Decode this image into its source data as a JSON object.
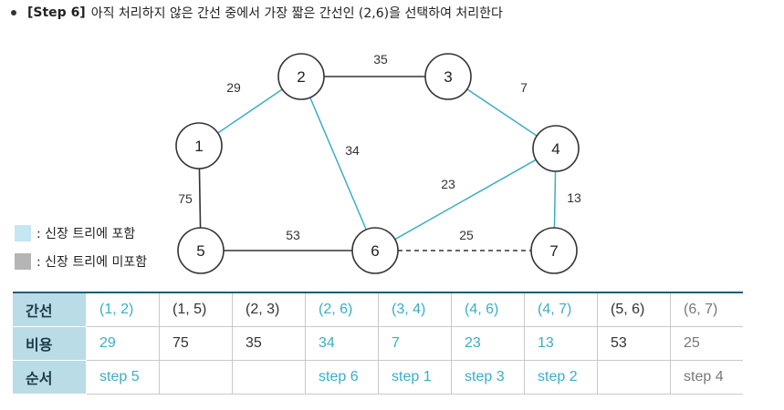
{
  "heading": {
    "step_label": "[Step 6]",
    "text": "아직 처리하지 않은 간선 중에서 가장 짧은 간선인 (2,6)을 선택하여 처리한다"
  },
  "colors": {
    "in_tree": "#3aaec4",
    "not_in_tree": "#333333",
    "pending": "#333333",
    "legend_in": "#c5e6f2",
    "legend_out": "#b5b5b5",
    "header_bg": "#b9dce7"
  },
  "graph": {
    "nodes": [
      {
        "id": "1",
        "label": "1"
      },
      {
        "id": "2",
        "label": "2"
      },
      {
        "id": "3",
        "label": "3"
      },
      {
        "id": "4",
        "label": "4"
      },
      {
        "id": "5",
        "label": "5"
      },
      {
        "id": "6",
        "label": "6"
      },
      {
        "id": "7",
        "label": "7"
      }
    ],
    "edges": [
      {
        "from": "1",
        "to": "2",
        "weight": "29",
        "status": "in_tree"
      },
      {
        "from": "1",
        "to": "5",
        "weight": "75",
        "status": "not_in_tree"
      },
      {
        "from": "2",
        "to": "3",
        "weight": "35",
        "status": "not_in_tree"
      },
      {
        "from": "2",
        "to": "6",
        "weight": "34",
        "status": "in_tree"
      },
      {
        "from": "3",
        "to": "4",
        "weight": "7",
        "status": "in_tree"
      },
      {
        "from": "4",
        "to": "6",
        "weight": "23",
        "status": "in_tree"
      },
      {
        "from": "4",
        "to": "7",
        "weight": "13",
        "status": "in_tree"
      },
      {
        "from": "5",
        "to": "6",
        "weight": "53",
        "status": "not_in_tree"
      },
      {
        "from": "6",
        "to": "7",
        "weight": "25",
        "status": "pending"
      }
    ]
  },
  "legend": {
    "in_tree": ": 신장 트리에 포함",
    "not_in_tree": ": 신장 트리에 미포함"
  },
  "table": {
    "row_headers": [
      "간선",
      "비용",
      "순서"
    ],
    "columns": [
      {
        "edge": "(1, 2)",
        "cost": "29",
        "order": "step 5",
        "status": "in_tree"
      },
      {
        "edge": "(1, 5)",
        "cost": "75",
        "order": "",
        "status": "not_in_tree"
      },
      {
        "edge": "(2, 3)",
        "cost": "35",
        "order": "",
        "status": "not_in_tree"
      },
      {
        "edge": "(2, 6)",
        "cost": "34",
        "order": "step 6",
        "status": "in_tree"
      },
      {
        "edge": "(3, 4)",
        "cost": "7",
        "order": "step 1",
        "status": "in_tree"
      },
      {
        "edge": "(4, 6)",
        "cost": "23",
        "order": "step 3",
        "status": "in_tree"
      },
      {
        "edge": "(4, 7)",
        "cost": "13",
        "order": "step 2",
        "status": "in_tree"
      },
      {
        "edge": "(5, 6)",
        "cost": "53",
        "order": "",
        "status": "not_in_tree"
      },
      {
        "edge": "(6, 7)",
        "cost": "25",
        "order": "step 4",
        "status": "pending"
      }
    ]
  }
}
